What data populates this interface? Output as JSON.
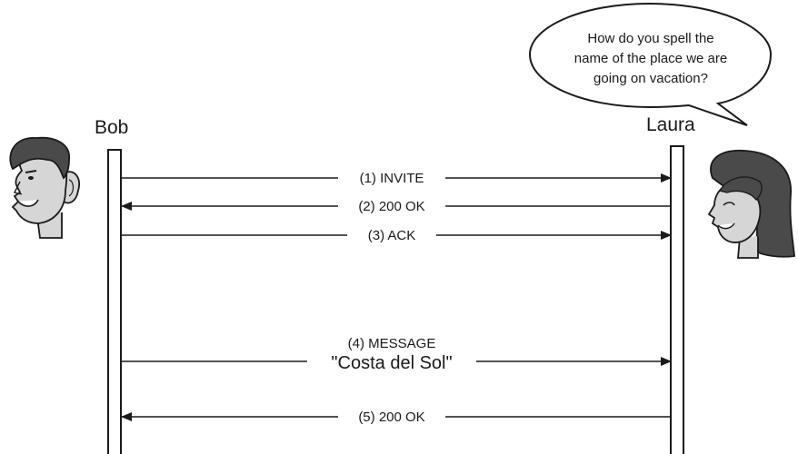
{
  "participants": {
    "left": {
      "name": "Bob"
    },
    "right": {
      "name": "Laura"
    }
  },
  "speech_bubble": {
    "lines": [
      "How do you spell the",
      "name of the place we are",
      "going on vacation?"
    ]
  },
  "messages": [
    {
      "id": 1,
      "label": "(1) INVITE",
      "direction": "left-to-right"
    },
    {
      "id": 2,
      "label": "(2) 200 OK",
      "direction": "right-to-left"
    },
    {
      "id": 3,
      "label": "(3) ACK",
      "direction": "left-to-right"
    },
    {
      "id": 4,
      "label": "(4) MESSAGE",
      "payload": "\"Costa del Sol\"",
      "direction": "left-to-right"
    },
    {
      "id": 5,
      "label": "(5) 200 OK",
      "direction": "right-to-left"
    }
  ],
  "colors": {
    "line": "#1a1a1a",
    "skin": "#d6d6d6",
    "hair": "#4a4a4a",
    "bubble_fill": "#ffffff"
  },
  "icons": [
    "bob-face-icon",
    "laura-face-icon"
  ]
}
